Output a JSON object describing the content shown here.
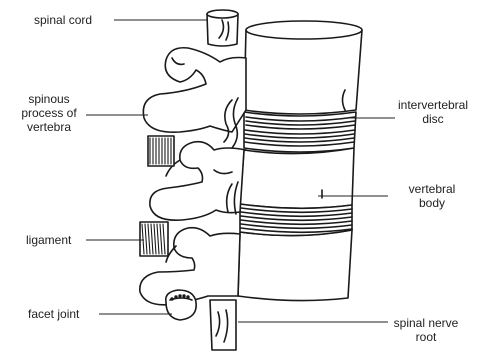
{
  "labels": {
    "spinal_cord": "spinal cord",
    "spinous_line1": "spinous",
    "spinous_line2": "process of",
    "spinous_line3": "vertebra",
    "ligament": "ligament",
    "facet_joint": "facet joint",
    "intervertebral_line1": "intervertebral",
    "intervertebral_line2": "disc",
    "vertebral_line1": "vertebral",
    "vertebral_line2": "body",
    "nerve_line1": "spinal nerve",
    "nerve_line2": "root"
  },
  "colors": {
    "stroke": "#1a1a1a",
    "fill": "#ffffff",
    "disc": "#444444"
  }
}
